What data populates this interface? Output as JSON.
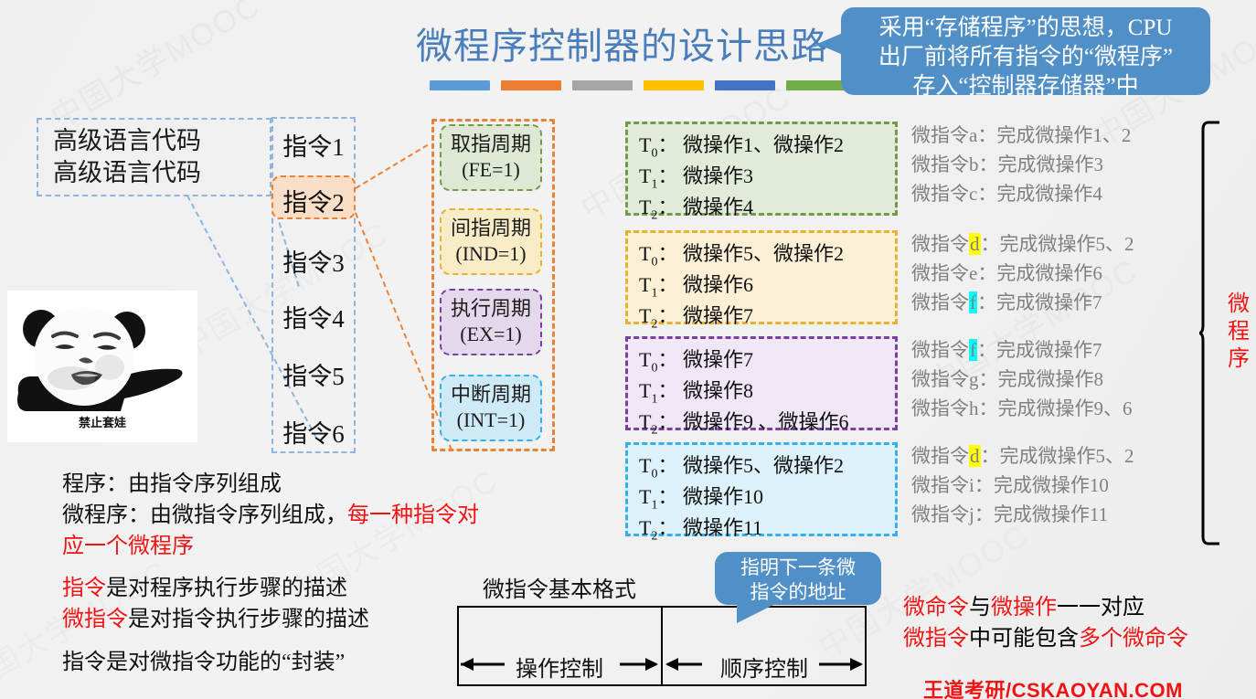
{
  "slide": {
    "title": "微程序控制器的设计思路",
    "accent_color": "#4a7ebb",
    "bar_colors": [
      "#5b9bd5",
      "#ed7d31",
      "#a5a5a5",
      "#ffc000",
      "#4472c4",
      "#70ad47"
    ],
    "background_color": "#f1f1f1",
    "watermark_texts": [
      "中国大学MOOC",
      "中国大学MOOC",
      "中国大学MOOC"
    ]
  },
  "callouts": {
    "top": {
      "line1": "采用“存储程序”的思想，CPU",
      "line2": "出厂前将所有指令的“微程序”",
      "line3": "存入“控制器存储器”中",
      "color": "#5190c7"
    },
    "bottom": {
      "line1": "指明下一条微",
      "line2": "指令的地址",
      "color": "#5190c7"
    }
  },
  "high_level_code": {
    "line1": "高级语言代码",
    "line2": "高级语言代码"
  },
  "instructions": [
    {
      "label": "指令1",
      "highlighted": false
    },
    {
      "label": "指令2",
      "highlighted": true
    },
    {
      "label": "指令3",
      "highlighted": false
    },
    {
      "label": "指令4",
      "highlighted": false
    },
    {
      "label": "指令5",
      "highlighted": false
    },
    {
      "label": "指令6",
      "highlighted": false
    }
  ],
  "cycles": [
    {
      "name": "取指周期",
      "flag": "(FE=1)",
      "fill": "#dee8d5",
      "border": "#6f9b4a"
    },
    {
      "name": "间指周期",
      "flag": "(IND=1)",
      "fill": "#f7ecc6",
      "border": "#e5b234"
    },
    {
      "name": "执行周期",
      "flag": "(EX=1)",
      "fill": "#e4d8ec",
      "border": "#7b3fa0"
    },
    {
      "name": "中断周期",
      "flag": "(INT=1)",
      "fill": "#cfeaf7",
      "border": "#35b0e8"
    }
  ],
  "micro_op_groups": [
    {
      "fill": "#e2ebd9",
      "border": "#6f9b4a",
      "rows": [
        {
          "t": "T",
          "sub": "0",
          "ops": "微操作1、微操作2"
        },
        {
          "t": "T",
          "sub": "1",
          "ops": "微操作3"
        },
        {
          "t": "T",
          "sub": "2",
          "ops": "微操作4"
        }
      ]
    },
    {
      "fill": "#fbf0d5",
      "border": "#e5b234",
      "rows": [
        {
          "t": "T",
          "sub": "0",
          "ops": "微操作5、微操作2"
        },
        {
          "t": "T",
          "sub": "1",
          "ops": "微操作6"
        },
        {
          "t": "T",
          "sub": "2",
          "ops": "微操作7"
        }
      ]
    },
    {
      "fill": "#f0e7f6",
      "border": "#7b3fa0",
      "rows": [
        {
          "t": "T",
          "sub": "0",
          "ops": "微操作7"
        },
        {
          "t": "T",
          "sub": "1",
          "ops": "微操作8"
        },
        {
          "t": "T",
          "sub": "2",
          "ops": "微操作9 、微操作6"
        }
      ]
    },
    {
      "fill": "#ddf1fa",
      "border": "#35b0e8",
      "rows": [
        {
          "t": "T",
          "sub": "0",
          "ops": "微操作5、微操作2"
        },
        {
          "t": "T",
          "sub": "1",
          "ops": "微操作10"
        },
        {
          "t": "T",
          "sub": "2",
          "ops": "微操作11"
        }
      ]
    }
  ],
  "micro_instruction_groups": [
    {
      "lines": [
        {
          "prefix": "微指令",
          "id": "a",
          "hl": "none",
          "text": "：完成微操作1、2"
        },
        {
          "prefix": "微指令",
          "id": "b",
          "hl": "none",
          "text": "：完成微操作3"
        },
        {
          "prefix": "微指令",
          "id": "c",
          "hl": "none",
          "text": "：完成微操作4"
        }
      ]
    },
    {
      "lines": [
        {
          "prefix": "微指令",
          "id": "d",
          "hl": "yellow",
          "text": "：完成微操作5、2"
        },
        {
          "prefix": "微指令",
          "id": "e",
          "hl": "none",
          "text": "：完成微操作6"
        },
        {
          "prefix": "微指令",
          "id": "f",
          "hl": "cyan",
          "text": "：完成微操作7"
        }
      ]
    },
    {
      "lines": [
        {
          "prefix": "微指令",
          "id": "f",
          "hl": "cyan",
          "text": "：完成微操作7"
        },
        {
          "prefix": "微指令",
          "id": "g",
          "hl": "none",
          "text": "：完成微操作8"
        },
        {
          "prefix": "微指令",
          "id": "h",
          "hl": "none",
          "text": "：完成微操作9、6"
        }
      ]
    },
    {
      "lines": [
        {
          "prefix": "微指令",
          "id": "d",
          "hl": "yellow",
          "text": "：完成微操作5、2"
        },
        {
          "prefix": "微指令",
          "id": "i",
          "hl": "none",
          "text": "：完成微操作10"
        },
        {
          "prefix": "微指令",
          "id": "j",
          "hl": "none",
          "text": "：完成微操作11"
        }
      ]
    }
  ],
  "brace_label": {
    "char1": "微",
    "char2": "程",
    "char3": "序",
    "color": "#ef1414"
  },
  "panda": {
    "caption": "禁止套娃"
  },
  "notes": {
    "p1_line1": "程序：由指令序列组成",
    "p1_line2_black": "微程序：由微指令序列组成，",
    "p1_line2_red": "每一种指令对",
    "p1_line3_red": "应一个微程序",
    "p2_line1_red": "指令",
    "p2_line1_black": "是对程序执行步骤的描述",
    "p2_line2_red": "微指令",
    "p2_line2_black": "是对指令执行步骤的描述",
    "p3": "指令是对微指令功能的“封装”"
  },
  "format_diagram": {
    "title": "微指令基本格式",
    "left_label": "操作控制",
    "right_label": "顺序控制"
  },
  "bottom_right": {
    "l1_a_red": "微命令",
    "l1_b_black": "与",
    "l1_c_red": "微操作",
    "l1_d_black": "一一对应",
    "l2_a_red": "微指令",
    "l2_b_black": "中可能包含",
    "l2_c_red": "多个微命令"
  },
  "brand": "王道考研/CSKAOYAN.COM"
}
